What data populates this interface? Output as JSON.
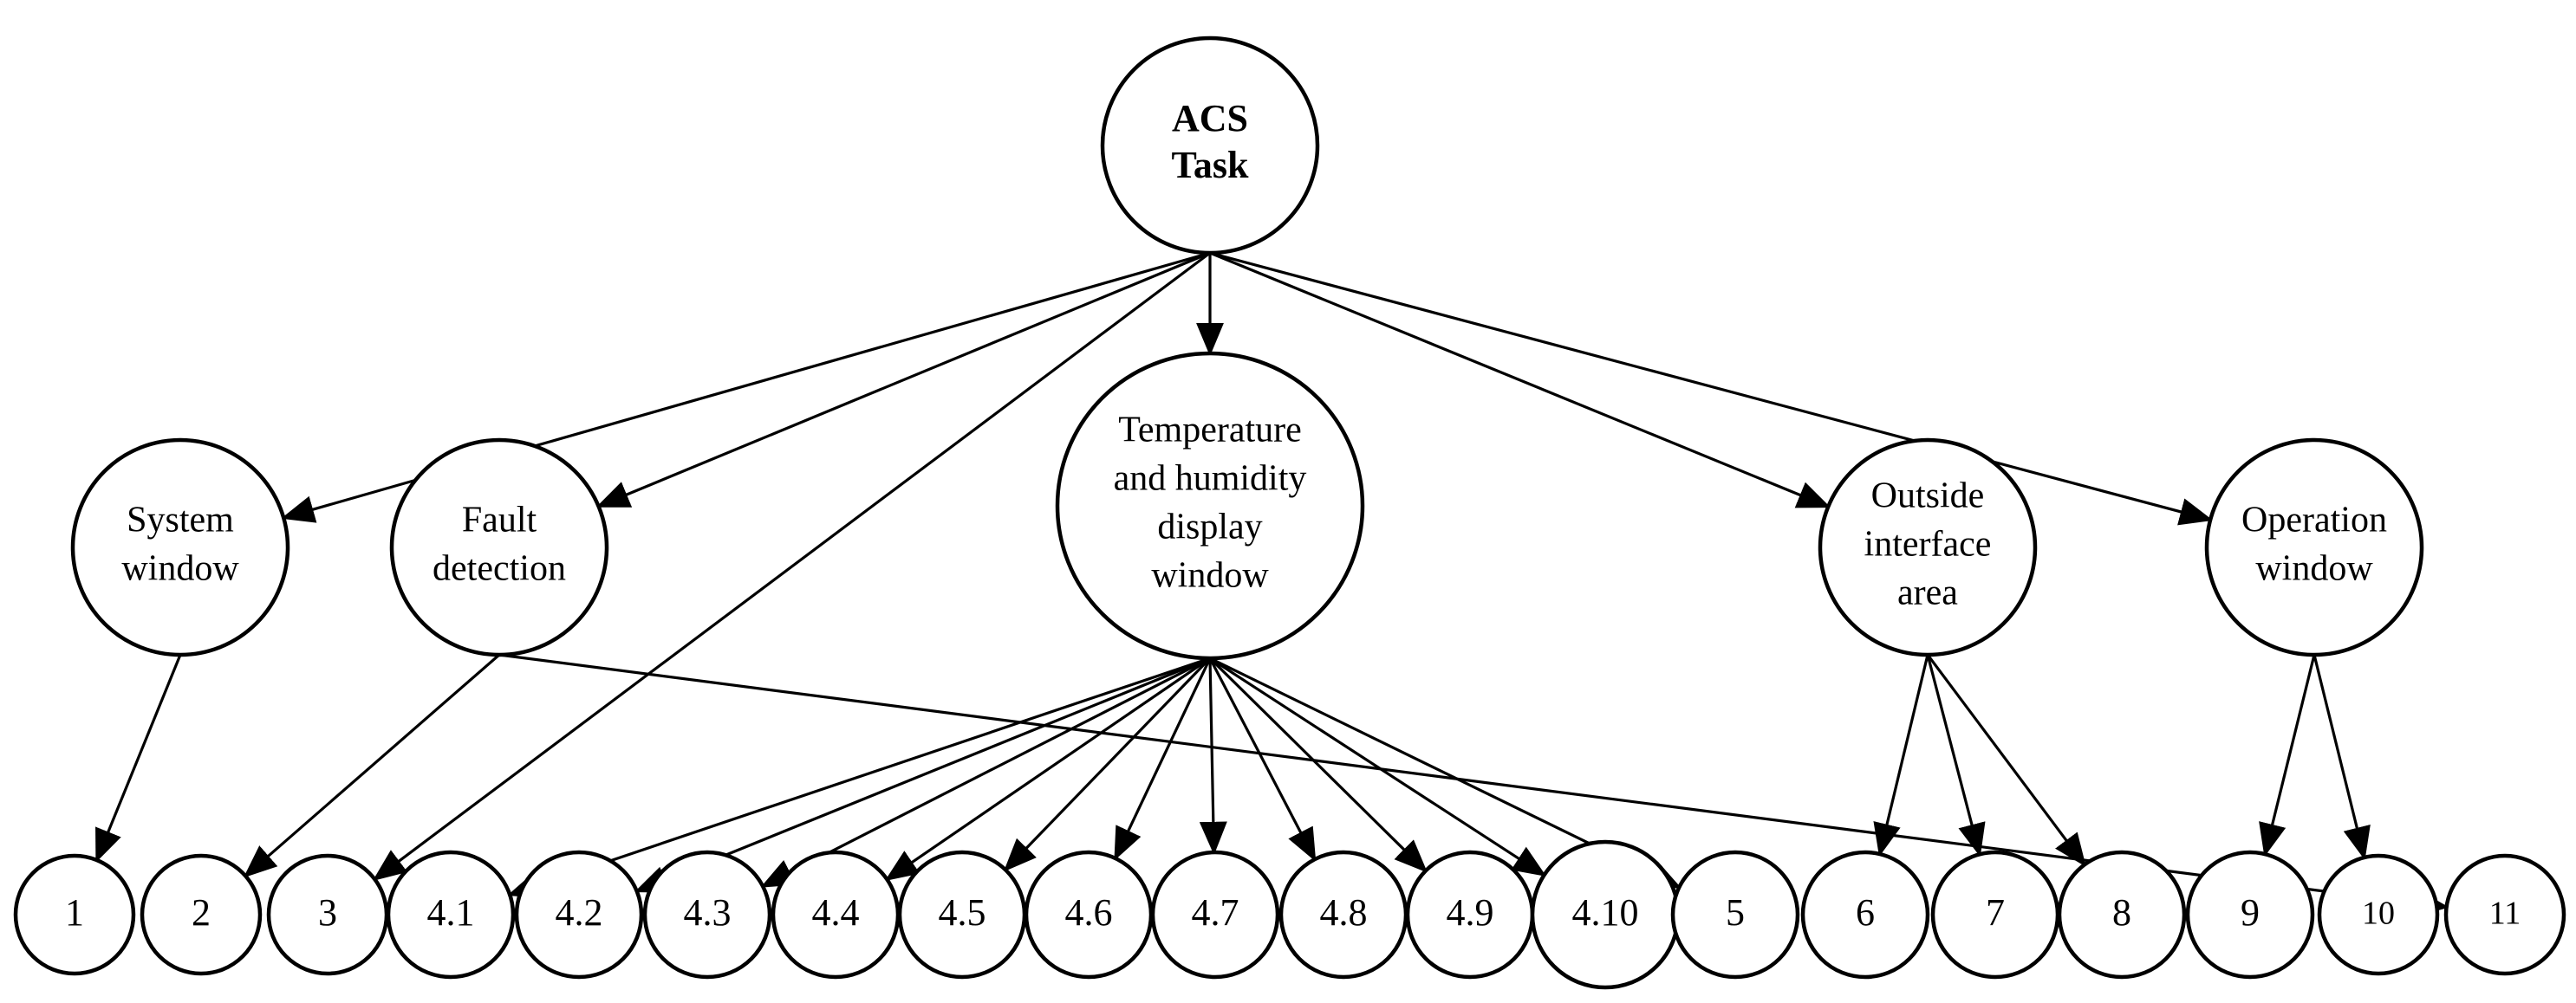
{
  "diagram": {
    "root": {
      "id": "acs",
      "lines": [
        "ACS",
        "Task"
      ]
    },
    "groups": [
      {
        "id": "system",
        "lines": [
          "System",
          "window"
        ]
      },
      {
        "id": "fault",
        "lines": [
          "Fault",
          "detection"
        ]
      },
      {
        "id": "temp",
        "lines": [
          "Temperature",
          "and humidity",
          "display",
          "window"
        ]
      },
      {
        "id": "outside",
        "lines": [
          "Outside",
          "interface",
          "area"
        ]
      },
      {
        "id": "operation",
        "lines": [
          "Operation",
          "window"
        ]
      }
    ],
    "leaves": [
      {
        "id": "l1",
        "label": "1"
      },
      {
        "id": "l2",
        "label": "2"
      },
      {
        "id": "l3",
        "label": "3"
      },
      {
        "id": "l41",
        "label": "4.1"
      },
      {
        "id": "l42",
        "label": "4.2"
      },
      {
        "id": "l43",
        "label": "4.3"
      },
      {
        "id": "l44",
        "label": "4.4"
      },
      {
        "id": "l45",
        "label": "4.5"
      },
      {
        "id": "l46",
        "label": "4.6"
      },
      {
        "id": "l47",
        "label": "4.7"
      },
      {
        "id": "l48",
        "label": "4.8"
      },
      {
        "id": "l49",
        "label": "4.9"
      },
      {
        "id": "l410",
        "label": "4.10"
      },
      {
        "id": "l5",
        "label": "5"
      },
      {
        "id": "l6",
        "label": "6"
      },
      {
        "id": "l7",
        "label": "7"
      },
      {
        "id": "l8",
        "label": "8"
      },
      {
        "id": "l9",
        "label": "9"
      },
      {
        "id": "l10",
        "label": "10"
      },
      {
        "id": "l11",
        "label": "11"
      }
    ],
    "edges": [
      [
        "acs",
        "system"
      ],
      [
        "acs",
        "fault"
      ],
      [
        "acs",
        "temp"
      ],
      [
        "acs",
        "outside"
      ],
      [
        "acs",
        "operation"
      ],
      [
        "acs",
        "l3"
      ],
      [
        "system",
        "l1"
      ],
      [
        "fault",
        "l2"
      ],
      [
        "fault",
        "l11"
      ],
      [
        "temp",
        "l41"
      ],
      [
        "temp",
        "l42"
      ],
      [
        "temp",
        "l43"
      ],
      [
        "temp",
        "l44"
      ],
      [
        "temp",
        "l45"
      ],
      [
        "temp",
        "l46"
      ],
      [
        "temp",
        "l47"
      ],
      [
        "temp",
        "l48"
      ],
      [
        "temp",
        "l49"
      ],
      [
        "temp",
        "l410"
      ],
      [
        "temp",
        "l5"
      ],
      [
        "outside",
        "l6"
      ],
      [
        "outside",
        "l7"
      ],
      [
        "outside",
        "l8"
      ],
      [
        "operation",
        "l9"
      ],
      [
        "operation",
        "l10"
      ]
    ]
  }
}
